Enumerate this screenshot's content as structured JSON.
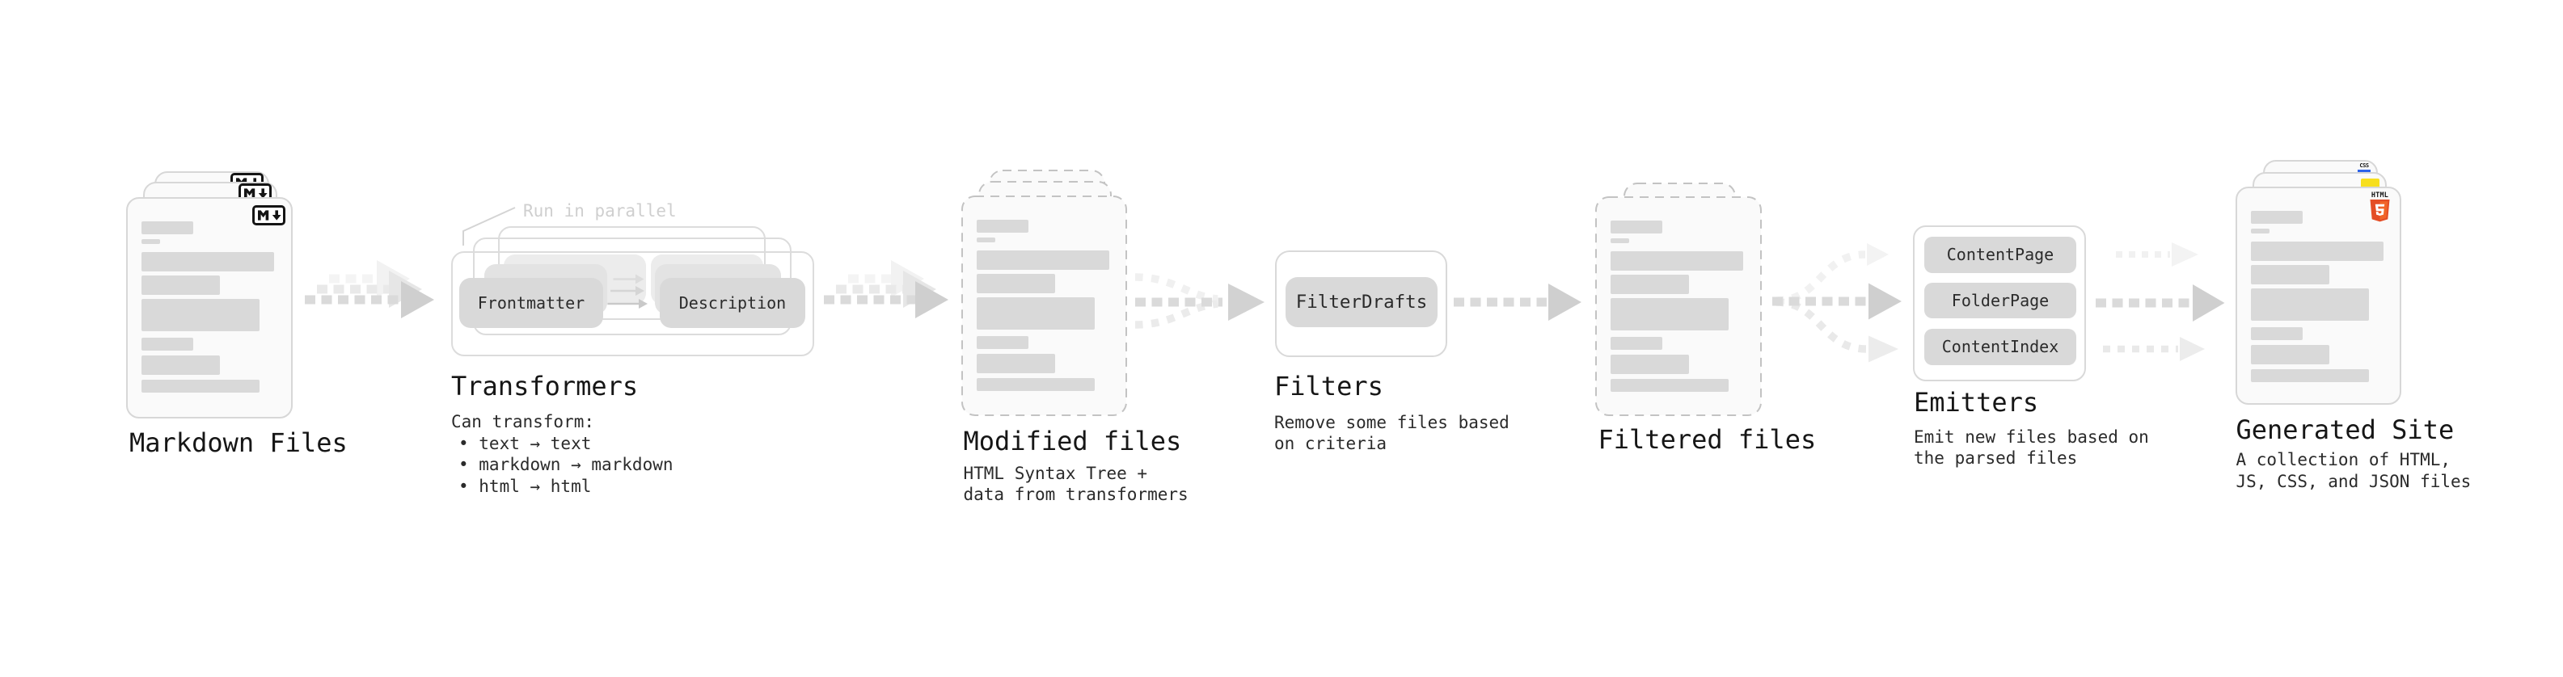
{
  "diagram": {
    "stages": {
      "markdown_files": {
        "label": "Markdown Files",
        "badge": "M↓"
      },
      "transformers": {
        "label": "Transformers",
        "note": "Run in parallel",
        "buttons": {
          "frontmatter": "Frontmatter",
          "description": "Description"
        },
        "caption_intro": "Can transform:",
        "bullets": {
          "b1": "• text → text",
          "b2": "• markdown → markdown",
          "b3": "• html → html"
        }
      },
      "modified_files": {
        "label": "Modified files",
        "caption1": "HTML Syntax Tree +",
        "caption2": "data from transformers"
      },
      "filters": {
        "label": "Filters",
        "button": "FilterDrafts",
        "caption1": "Remove some files based",
        "caption2": "on criteria"
      },
      "filtered_files": {
        "label": "Filtered files"
      },
      "emitters": {
        "label": "Emitters",
        "buttons": {
          "content_page": "ContentPage",
          "folder_page": "FolderPage",
          "content_index": "ContentIndex"
        },
        "caption1": "Emit new files based on",
        "caption2": "the parsed files"
      },
      "generated_site": {
        "label": "Generated Site",
        "caption1": "A collection of HTML,",
        "caption2": "JS, CSS, and JSON files",
        "badges": {
          "html_text": "HTML",
          "html_number": "5",
          "css": "CSS"
        }
      }
    },
    "colors": {
      "card_bg": "#fafafa",
      "card_border": "#d7d7d7",
      "dashed_border": "#c6c6c6",
      "skeleton_line": "#d9d9d9",
      "button_bg": "#d9d9d9",
      "arrow_dark": "#dadada",
      "arrow_head": "#cfcfcf",
      "html5_orange": "#e44d26",
      "js_yellow": "#f7df1e",
      "css_blue": "#2d63ea"
    },
    "skeleton_lines": [
      {
        "w": 64,
        "h": 16,
        "mt": 0
      },
      {
        "w": 23,
        "h": 6,
        "mt": 6
      },
      {
        "w": 164,
        "h": 24,
        "mt": 10
      },
      {
        "w": 97,
        "h": 24,
        "mt": 5
      },
      {
        "w": 146,
        "h": 40,
        "mt": 5
      },
      {
        "w": 64,
        "h": 16,
        "mt": 8
      },
      {
        "w": 97,
        "h": 24,
        "mt": 6
      },
      {
        "w": 146,
        "h": 16,
        "mt": 6
      }
    ]
  }
}
